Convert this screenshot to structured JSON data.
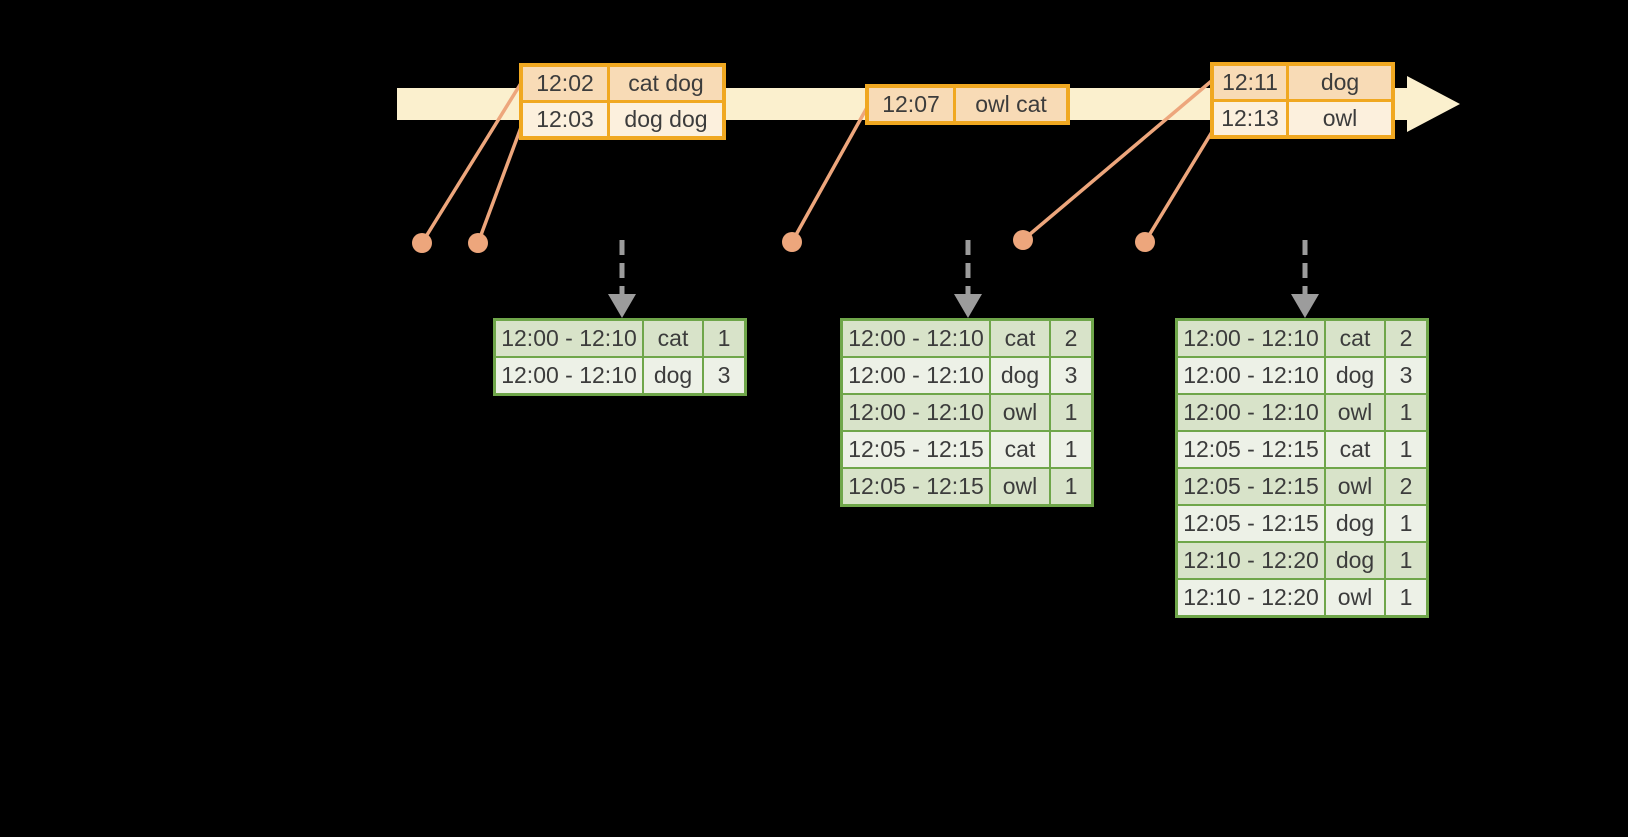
{
  "colors": {
    "bg": "#000000",
    "band": "#FBF0CE",
    "gold": "#F0A821",
    "peach": "#F8DBB6",
    "cream": "#FCF0DD",
    "salmon": "#EDA67C",
    "gray": "#9C9C9C",
    "green": "#6FA64A",
    "green-dark": "#D8E3C9",
    "green-light": "#EDF1E7",
    "text": "#3C3C3C"
  },
  "event_tables": [
    {
      "rows": [
        {
          "time": "12:02",
          "words": "cat dog"
        },
        {
          "time": "12:03",
          "words": "dog dog"
        }
      ]
    },
    {
      "rows": [
        {
          "time": "12:07",
          "words": "owl cat"
        }
      ]
    },
    {
      "rows": [
        {
          "time": "12:11",
          "words": "dog"
        },
        {
          "time": "12:13",
          "words": "owl"
        }
      ]
    }
  ],
  "result_tables": [
    {
      "rows": [
        {
          "window": "12:00 - 12:10",
          "word": "cat",
          "count": "1"
        },
        {
          "window": "12:00 - 12:10",
          "word": "dog",
          "count": "3"
        }
      ]
    },
    {
      "rows": [
        {
          "window": "12:00 - 12:10",
          "word": "cat",
          "count": "2"
        },
        {
          "window": "12:00 - 12:10",
          "word": "dog",
          "count": "3"
        },
        {
          "window": "12:00 - 12:10",
          "word": "owl",
          "count": "1"
        },
        {
          "window": "12:05 - 12:15",
          "word": "cat",
          "count": "1"
        },
        {
          "window": "12:05 - 12:15",
          "word": "owl",
          "count": "1"
        }
      ]
    },
    {
      "rows": [
        {
          "window": "12:00 - 12:10",
          "word": "cat",
          "count": "2"
        },
        {
          "window": "12:00 - 12:10",
          "word": "dog",
          "count": "3"
        },
        {
          "window": "12:00 - 12:10",
          "word": "owl",
          "count": "1"
        },
        {
          "window": "12:05 - 12:15",
          "word": "cat",
          "count": "1"
        },
        {
          "window": "12:05 - 12:15",
          "word": "owl",
          "count": "2"
        },
        {
          "window": "12:05 - 12:15",
          "word": "dog",
          "count": "1"
        },
        {
          "window": "12:10 - 12:20",
          "word": "dog",
          "count": "1"
        },
        {
          "window": "12:10 - 12:20",
          "word": "owl",
          "count": "1"
        }
      ]
    }
  ]
}
